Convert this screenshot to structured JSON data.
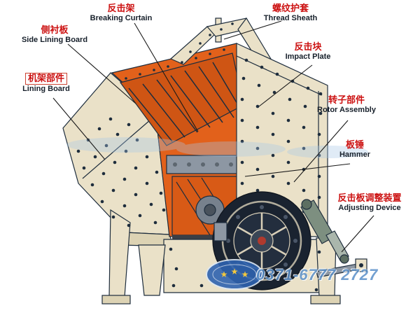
{
  "diagram_title": "impact-crusher-structure-diagram",
  "labels": [
    {
      "id": "breaking-curtain",
      "zh": "反击架",
      "en": "Breaking Curtain"
    },
    {
      "id": "thread-sheath",
      "zh": "螺纹护套",
      "en": "Thread Sheath"
    },
    {
      "id": "side-lining-board",
      "zh": "侧衬板",
      "en": "Side Lining Board"
    },
    {
      "id": "impact-plate",
      "zh": "反击块",
      "en": "Impact Plate"
    },
    {
      "id": "lining-board",
      "zh": "机架部件",
      "en": "Lining Board"
    },
    {
      "id": "rotor-assembly",
      "zh": "转子部件",
      "en": "Rotor Assembly"
    },
    {
      "id": "hammer",
      "zh": "板锤",
      "en": "Hammer"
    },
    {
      "id": "adjusting-device",
      "zh": "反击板调整装置",
      "en": "Adjusting Device"
    }
  ],
  "watermark": {
    "phone": "0371-6777 2727"
  },
  "colors": {
    "machine_body": "#eae1c8",
    "chamber_orange": "#e2611b",
    "curtain_orange": "#cf5514",
    "outline": "#1e2d3d",
    "rotor_dark": "#1a2330",
    "label_zh": "#cc1111",
    "label_en": "#17202b",
    "watermark_blue": "#5b90c9"
  }
}
